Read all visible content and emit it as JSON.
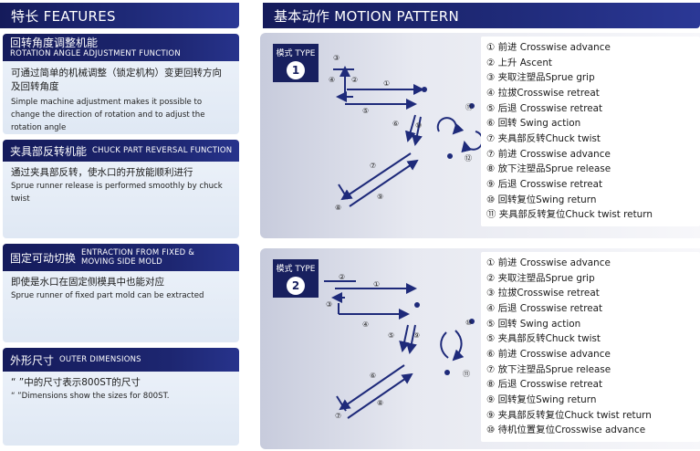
{
  "features": {
    "header": "特长  FEATURES",
    "cards": [
      {
        "title_cn": "回转角度调整机能",
        "title_en": "ROTATION ANGLE ADJUSTMENT FUNCTION",
        "body_cn": "可通过简单的机械调整（锁定机构）变更回转方向及回转角度",
        "body_en": "Simple machine adjustment makes it possible to change the direction of rotation and to adjust the rotation angle"
      },
      {
        "title_cn": "夹具部反转机能",
        "title_en": "CHUCK PART REVERSAL FUNCTION",
        "body_cn": "通过夹具部反转，使水口的开放能顺利进行",
        "body_en": "Sprue runner release is performed smoothly by chuck twist"
      },
      {
        "title_cn": "固定可动切换",
        "title_en_1": "ENTRACTION FROM FIXED &",
        "title_en_2": "MOVING SIDE MOLD",
        "body_cn": "即使是水口在固定侧模具中也能对应",
        "body_en": "Sprue runner of fixed part mold can be extracted"
      },
      {
        "title_cn": "外形尺寸",
        "title_en": "OUTER DIMENSIONS",
        "body_cn": "“ ”中的尺寸表示800ST的尺寸",
        "body_en": "“ ”Dimensions show the sizes for 800ST."
      }
    ]
  },
  "motion": {
    "header": "基本动作  MOTION PATTERN",
    "type1": {
      "badge_label": "模式 TYPE",
      "badge_num": "1",
      "steps": [
        "① 前进  Crosswise advance",
        "② 上升  Ascent",
        "③ 夹取注塑品Sprue grip",
        "④ 拉拔Crosswise retreat",
        "⑤ 后退  Crosswise retreat",
        "⑥ 回转  Swing action",
        "⑦ 夹具部反转Chuck twist",
        "⑦ 前进  Crosswise advance",
        "⑧ 放下注塑品Sprue release",
        "⑨ 后退  Crosswise retreat",
        "⑩ 回转复位Swing return",
        "⑪ 夹具部反转复位Chuck twist return"
      ],
      "marks": [
        "①",
        "②",
        "③",
        "④",
        "⑤",
        "⑥",
        "⑦",
        "⑧",
        "⑨",
        "⑩",
        "⑪",
        "⑫"
      ]
    },
    "type2": {
      "badge_label": "模式 TYPE",
      "badge_num": "2",
      "steps": [
        "① 前进  Crosswise advance",
        "② 夹取注塑品Sprue grip",
        "③ 拉拔Crosswise retreat",
        "④ 后退  Crosswise retreat",
        "⑤ 回转  Swing action",
        "⑤ 夹具部反转Chuck twist",
        "⑥ 前进  Crosswise advance",
        "⑦ 放下注塑品Sprue release",
        "⑧ 后退  Crosswise retreat",
        "⑨ 回转复位Swing return",
        "⑨ 夹具部反转复位Chuck twist return",
        "⑩ 待机位置复位Crosswise advance"
      ],
      "marks": [
        "①",
        "②",
        "③",
        "④",
        "⑤",
        "⑥",
        "⑦",
        "⑧",
        "⑨",
        "⑩",
        "⑪"
      ]
    }
  },
  "colors": {
    "navy": "#151b5b",
    "accent": "#2b3896",
    "arrow": "#1e2a7a"
  }
}
